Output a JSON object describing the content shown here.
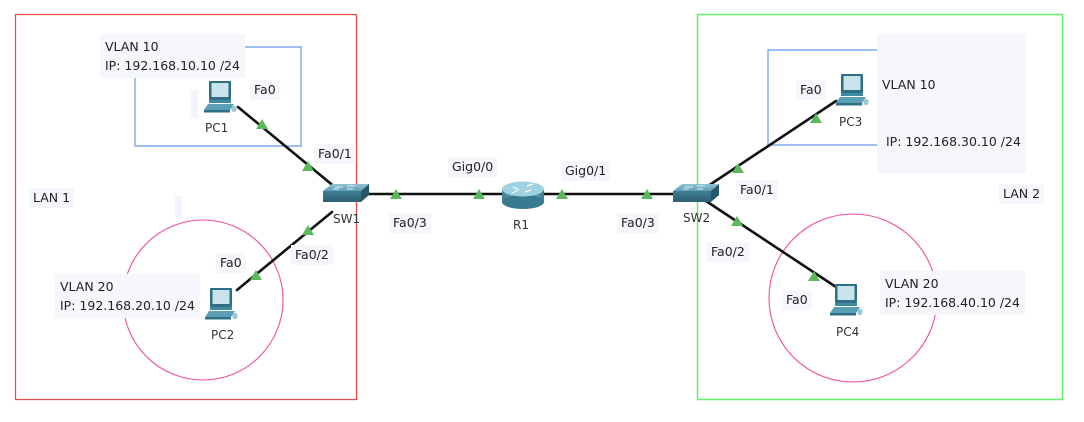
{
  "diagram": {
    "type": "network-topology",
    "areas": [
      {
        "id": "lan1",
        "label": "LAN 1",
        "border_color": "#e05050"
      },
      {
        "id": "lan2",
        "label": "LAN 2",
        "border_color": "#66ee66"
      }
    ],
    "vlan_groups": [
      {
        "id": "pc1-vlan",
        "shape": "rectangle",
        "color": "#6699ee",
        "vlan": "VLAN 10",
        "ip": "IP: 192.168.10.10 /24"
      },
      {
        "id": "pc2-vlan",
        "shape": "circle",
        "color": "#ee4fa0",
        "vlan": "VLAN 20",
        "ip": "IP: 192.168.20.10 /24"
      },
      {
        "id": "pc3-vlan",
        "shape": "rectangle",
        "color": "#6699ee",
        "vlan": "VLAN 10",
        "ip": " IP: 192.168.30.10 /24"
      },
      {
        "id": "pc4-vlan",
        "shape": "circle",
        "color": "#ee4fa0",
        "vlan": "VLAN 20",
        "ip": "IP: 192.168.40.10 /24"
      }
    ],
    "devices": [
      {
        "id": "PC1",
        "type": "pc",
        "label": "PC1"
      },
      {
        "id": "PC2",
        "type": "pc",
        "label": "PC2"
      },
      {
        "id": "PC3",
        "type": "pc",
        "label": "PC3"
      },
      {
        "id": "PC4",
        "type": "pc",
        "label": "PC4"
      },
      {
        "id": "SW1",
        "type": "switch",
        "label": "SW1"
      },
      {
        "id": "SW2",
        "type": "switch",
        "label": "SW2"
      },
      {
        "id": "R1",
        "type": "router",
        "label": "R1"
      }
    ],
    "links": [
      {
        "from": "PC1",
        "from_port": "Fa0",
        "to": "SW1",
        "to_port": "Fa0/1"
      },
      {
        "from": "PC2",
        "from_port": "Fa0",
        "to": "SW1",
        "to_port": "Fa0/2"
      },
      {
        "from": "SW1",
        "from_port": "Fa0/3",
        "to": "R1",
        "to_port": "Gig0/0"
      },
      {
        "from": "R1",
        "from_port": "Gig0/1",
        "to": "SW2",
        "to_port": "Fa0/3"
      },
      {
        "from": "SW2",
        "from_port": "Fa0/1",
        "to": "PC3",
        "to_port": "Fa0"
      },
      {
        "from": "SW2",
        "from_port": "Fa0/2",
        "to": "PC4",
        "to_port": "Fa0"
      }
    ],
    "link_color": "#111111",
    "port_status_color": "#5cb85c"
  }
}
